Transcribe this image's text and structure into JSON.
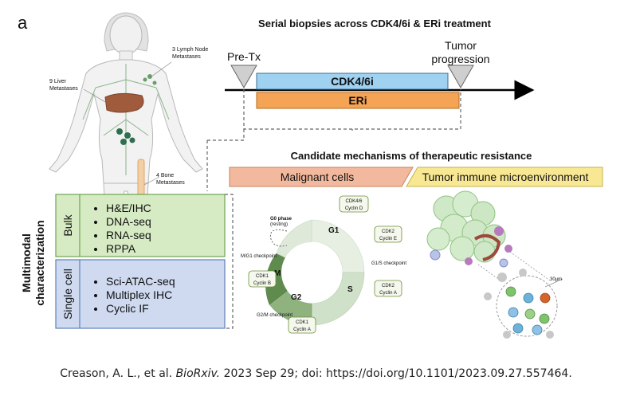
{
  "panel_label": "a",
  "body_labels": {
    "lymph_line1": "3 Lymph Node",
    "lymph_line2": "Metastases",
    "liver_line1": "9 Liver",
    "liver_line2": "Metastases",
    "bone_line1": "4 Bone",
    "bone_line2": "Metastases"
  },
  "timeline": {
    "title": "Serial biopsies across CDK4/6i & ERi treatment",
    "pre_tx": "Pre-Tx",
    "progression_line1": "Tumor",
    "progression_line2": "progression",
    "cdk_bar": "CDK4/6i",
    "eri_bar": "ERi"
  },
  "mechanisms": {
    "title": "Candidate mechanisms of therapeutic resistance",
    "malignant": "Malignant cells",
    "immune": "Tumor immune microenvironment"
  },
  "characterization": {
    "title_line1": "Multimodal",
    "title_line2": "characterization",
    "bulk_label": "Bulk",
    "bulk_items": [
      "H&E/IHC",
      "DNA-seq",
      "RNA-seq",
      "RPPA"
    ],
    "single_label": "Single cell",
    "single_items": [
      "Sci-ATAC-seq",
      "Multiplex IHC",
      "Cyclic IF"
    ]
  },
  "cell_cycle": {
    "g0_line1": "G0 phase",
    "g0_line2": "(resting)",
    "g1": "G1",
    "s": "S",
    "g2": "G2",
    "m": "M",
    "mg1_checkpoint": "M/G1 checkpoint",
    "g1s_checkpoint": "G1/S checkpoint",
    "g2m_checkpoint": "G2/M checkpoint",
    "cdk46_line1": "CDK4/6",
    "cdk46_line2": "Cyclin D",
    "cdk2e_line1": "CDK2",
    "cdk2e_line2": "Cyclin E",
    "cdk2a_line1": "CDK2",
    "cdk2a_line2": "Cyclin A",
    "cdk1b_line1": "CDK1",
    "cdk1b_line2": "Cyclin B",
    "cdk1a_line1": "CDK1",
    "cdk1a_line2": "Cyclin A"
  },
  "scale_label": "30µm",
  "citation": {
    "authors": "Creason, A. L., et al.",
    "journal": "BioRxiv.",
    "rest": "2023 Sep 29; doi: https://doi.org/10.1101/2023.09.27.557464."
  },
  "colors": {
    "cdk_bar": "#9fd1f1",
    "eri_bar": "#f5a455",
    "bulk_box": "#d6ebc3",
    "single_box": "#cfdaf1",
    "malignant": "#f3b99e",
    "immune": "#f8e894"
  }
}
